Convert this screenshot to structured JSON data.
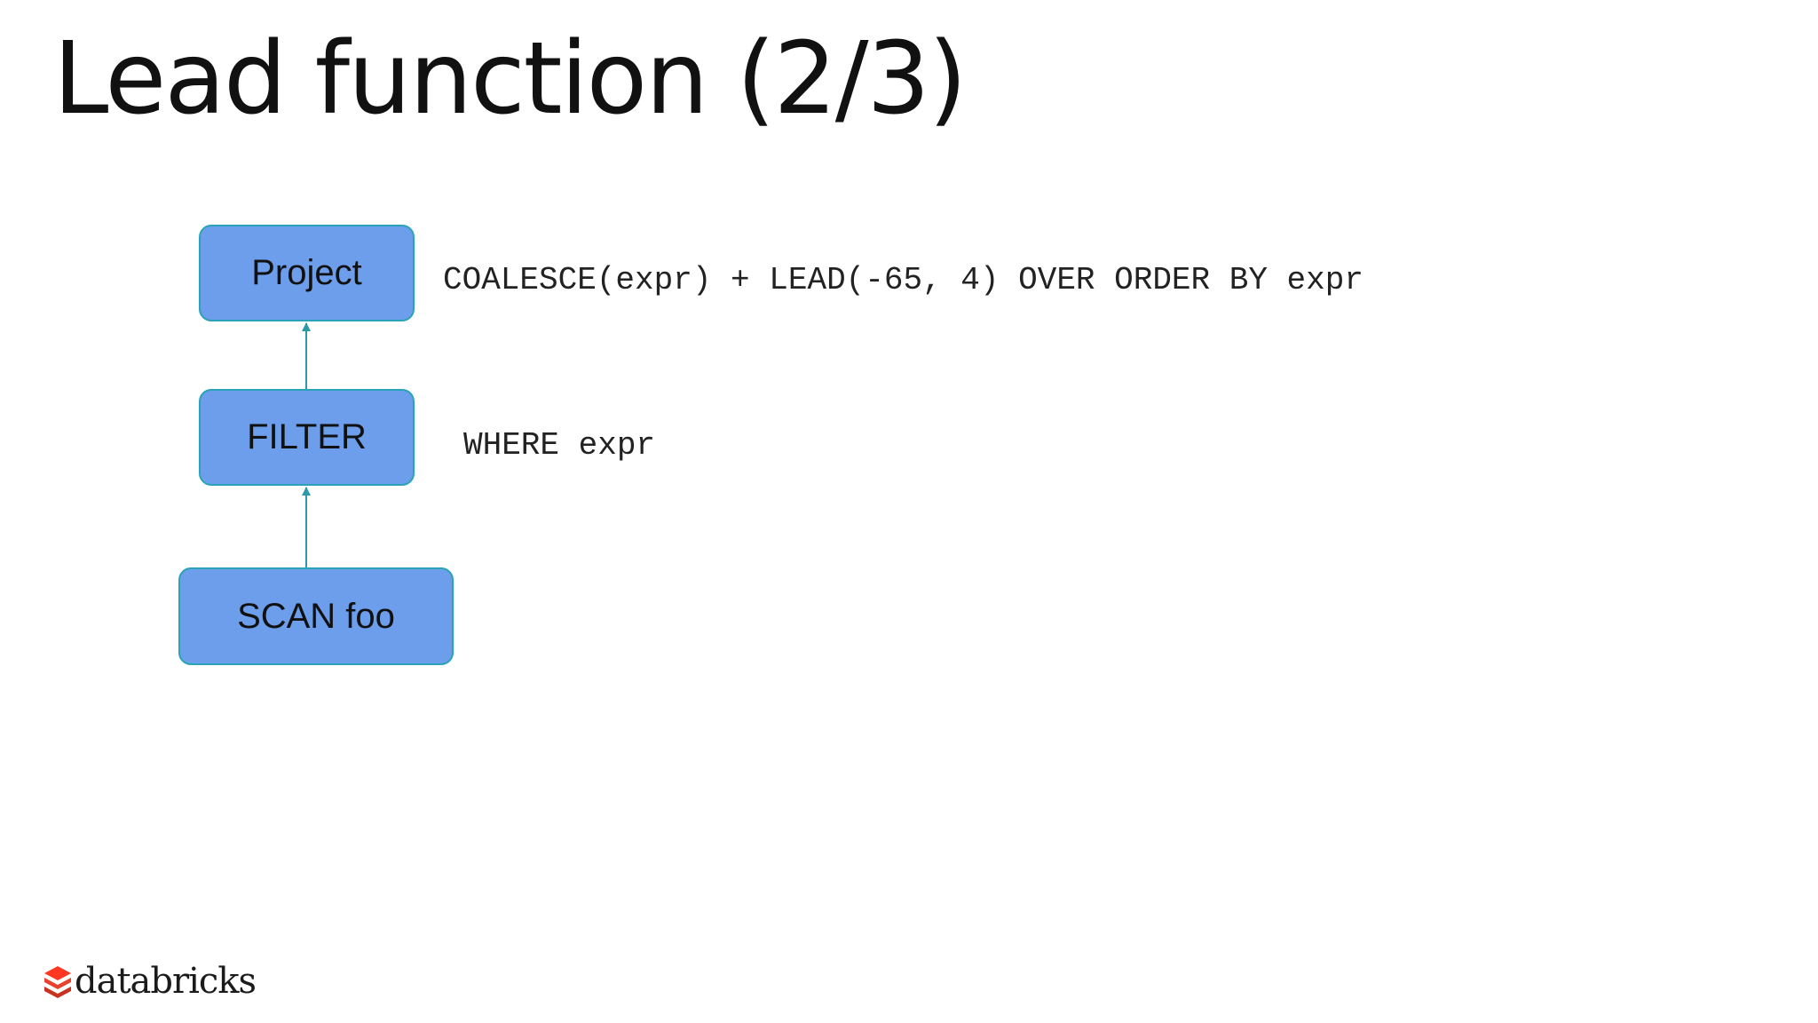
{
  "slide": {
    "title": "Lead function (2/3)"
  },
  "diagram": {
    "nodes": {
      "project": "Project",
      "filter": "FILTER",
      "scan": "SCAN foo"
    },
    "annotations": {
      "project": "COALESCE(expr) + LEAD(-65, 4) OVER ORDER BY expr",
      "filter": "WHERE expr"
    },
    "colors": {
      "node_fill": "#6d9eeb",
      "node_border": "#2aa3b6",
      "arrow": "#2a9aa8"
    }
  },
  "footer": {
    "logo_text": "databricks",
    "logo_color": "#e8412c"
  }
}
